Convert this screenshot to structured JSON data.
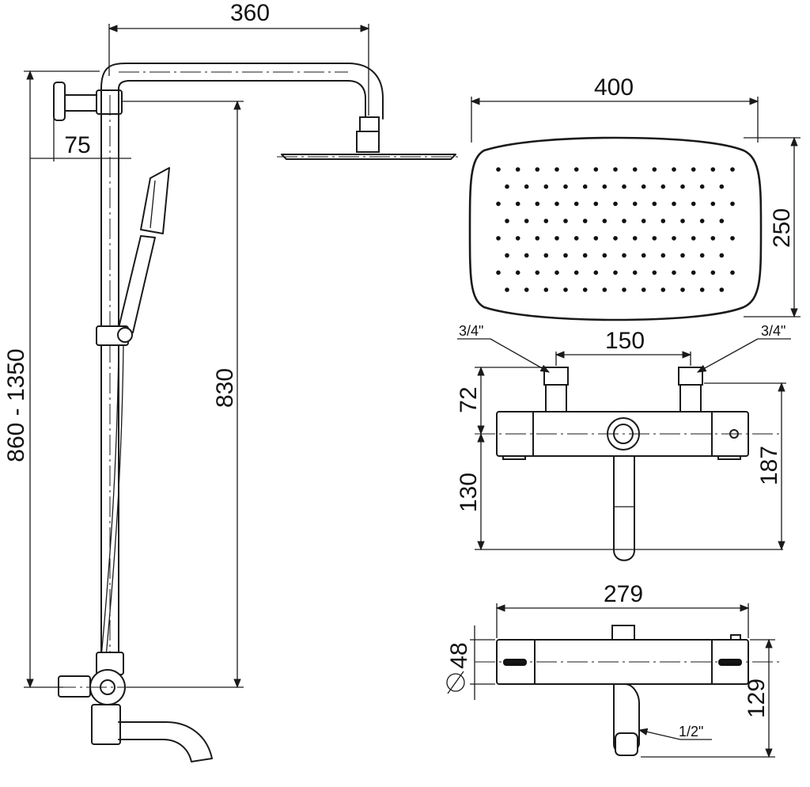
{
  "dimensions": {
    "arm_length": "360",
    "wall_offset": "75",
    "total_height": "860 - 1350",
    "rail_height": "830",
    "head_width": "400",
    "head_depth": "250",
    "inlet_spacing": "150",
    "inlet_left": "3/4\"",
    "inlet_right": "3/4\"",
    "body_top": "72",
    "body_bottom": "130",
    "body_height": "187",
    "body_length": "279",
    "body_diameter": "48",
    "spout_drop": "129",
    "spout_thread": "1/2\""
  }
}
